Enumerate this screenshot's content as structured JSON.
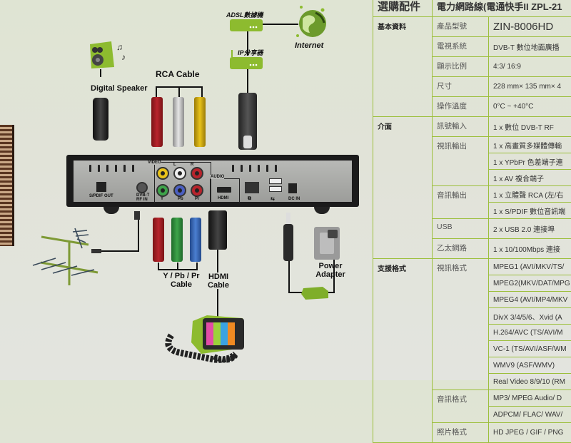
{
  "diagram": {
    "labels": {
      "adsl_modem": "ADSL數據機",
      "ip_sharer": "IP分享器",
      "internet": "Internet",
      "digital_speaker": "Digital Speaker",
      "rca_cable": "RCA Cable",
      "ypbpr_cable_line1": "Y / Pb / Pr",
      "ypbpr_cable_line2": "Cable",
      "hdmi_cable_line1": "HDMI",
      "hdmi_cable_line2": "Cable",
      "power_adapter_line1": "Power",
      "power_adapter_line2": "Adapter"
    },
    "device_ports": {
      "spdif": "S/PDIF OUT",
      "dvbt_line1": "DVB-T",
      "dvbt_line2": "RF IN",
      "video": "VIDEO",
      "audio": "AUDIO",
      "l": "L",
      "r": "R",
      "y": "Y",
      "pb": "Pb",
      "pr": "Pr",
      "hdmi": "HDMI",
      "dc_in": "DC IN"
    },
    "colors": {
      "accent_green": "#8dbb2f",
      "rca_red": "#b8242c",
      "rca_white": "#e6e6e6",
      "rca_yellow": "#e8c21a",
      "comp_green": "#3ea34a",
      "comp_blue": "#4b7fd1"
    }
  },
  "spec_table": {
    "header_row": {
      "category": "選購配件",
      "value": "電力網路線(電通快手II ZPL-21"
    },
    "sections": [
      {
        "category": "基本資料",
        "rows": [
          {
            "name": "產品型號",
            "value": "ZIN-8006HD"
          },
          {
            "name": "電視系統",
            "value": "DVB-T 數位地面廣播"
          },
          {
            "name": "顯示比例",
            "value": "4:3/ 16:9"
          },
          {
            "name": "尺寸",
            "value": "228 mm× 135 mm× 4"
          },
          {
            "name": "操作溫度",
            "value": "0°C ~ +40°C"
          }
        ]
      },
      {
        "category": "介面",
        "rows": [
          {
            "name": "訊號輸入",
            "value": "1 x 數位 DVB-T RF"
          },
          {
            "name": "視訊輸出",
            "value": "1 x 高畫質多媒體傳輸"
          },
          {
            "name": "",
            "value": "1 x YPbPr 色差端子連"
          },
          {
            "name": "",
            "value": "1 x AV 複合端子"
          },
          {
            "name": "音訊輸出",
            "value": "1 x 立體聲 RCA (左/右"
          },
          {
            "name": "",
            "value": "1 x S/PDIF 數位音訊端"
          },
          {
            "name": "USB",
            "value": "2 x USB 2.0 連接埠"
          },
          {
            "name": "乙太網路",
            "value": "1 x 10/100Mbps 連接"
          }
        ]
      },
      {
        "category": "支援格式",
        "rows": [
          {
            "name": "視訊格式",
            "value": "MPEG1 (AVI/MKV/TS/"
          },
          {
            "name": "",
            "value": "MPEG2(MKV/DAT/MPG"
          },
          {
            "name": "",
            "value": "MPEG4 (AVI/MP4/MKV"
          },
          {
            "name": "",
            "value": "DivX 3/4/5/6、Xvid (A"
          },
          {
            "name": "",
            "value": "H.264/AVC (TS/AVI/M"
          },
          {
            "name": "",
            "value": "VC-1 (TS/AVI/ASF/WM"
          },
          {
            "name": "",
            "value": "WMV9 (ASF/WMV)"
          },
          {
            "name": "",
            "value": "Real Video 8/9/10 (RM"
          },
          {
            "name": "音訊格式",
            "value": "MP3/ MPEG Audio/ D"
          },
          {
            "name": "",
            "value": "ADPCM/ FLAC/ WAV/"
          },
          {
            "name": "照片格式",
            "value": "HD JPEG / GIF / PNG"
          }
        ]
      }
    ]
  }
}
